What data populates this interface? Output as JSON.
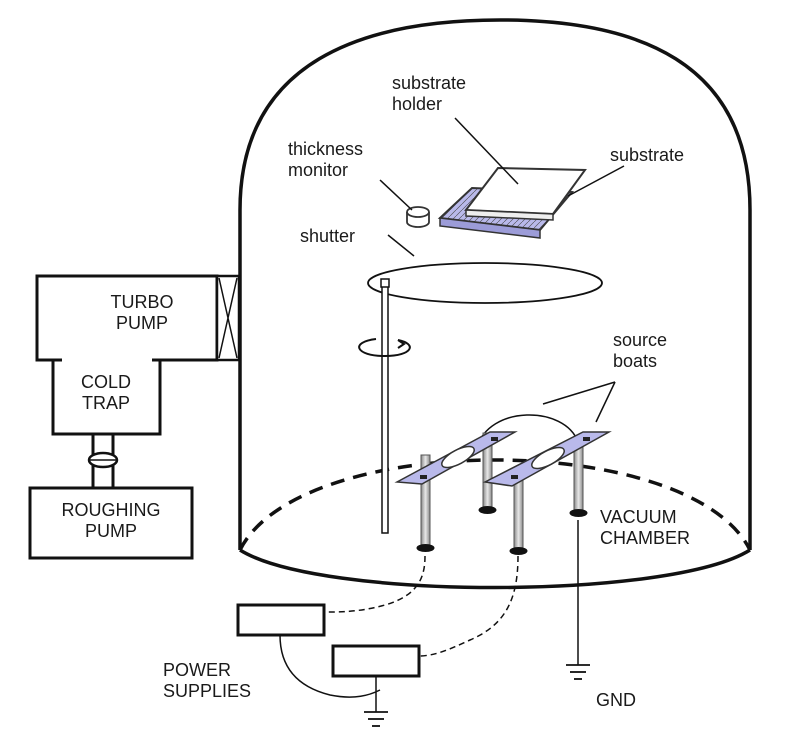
{
  "labels": {
    "substrate_holder": [
      "substrate",
      "holder"
    ],
    "substrate": "substrate",
    "thickness_monitor": [
      "thickness",
      "monitor"
    ],
    "shutter": "shutter",
    "source_boats": [
      "source",
      "boats"
    ],
    "turbo_pump": [
      "TURBO",
      "PUMP"
    ],
    "cold_trap": [
      "COLD",
      "TRAP"
    ],
    "roughing_pump": [
      "ROUGHING",
      "PUMP"
    ],
    "vacuum_chamber": [
      "VACUUM",
      "CHAMBER"
    ],
    "power_supplies": [
      "POWER",
      "SUPPLIES"
    ],
    "gnd": "GND"
  },
  "colors": {
    "line": "#111111",
    "holder_fill": "#b9b9ea",
    "boat_fill": "#b9b9ea",
    "post_fill": "#c8c8c8"
  }
}
